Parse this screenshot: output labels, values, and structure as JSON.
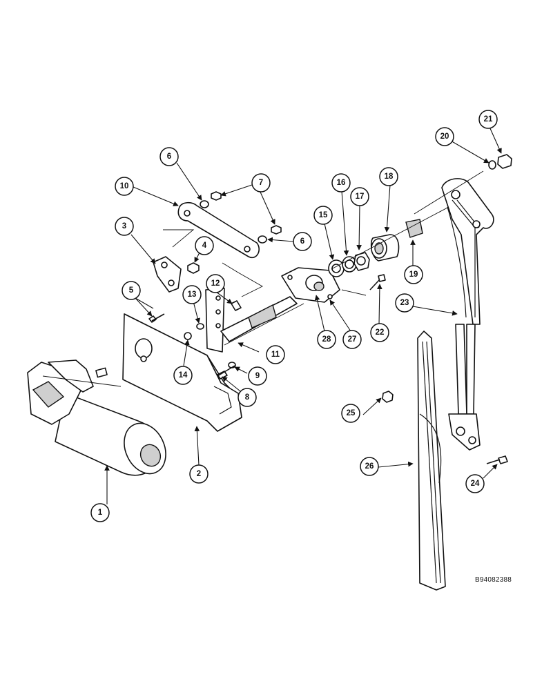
{
  "diagram": {
    "id_code": "B94082388",
    "callouts": [
      "1",
      "2",
      "3",
      "4",
      "5",
      "6",
      "6",
      "7",
      "8",
      "9",
      "10",
      "11",
      "12",
      "13",
      "14",
      "15",
      "16",
      "17",
      "18",
      "19",
      "20",
      "21",
      "22",
      "23",
      "24",
      "25",
      "26",
      "27",
      "28"
    ]
  }
}
